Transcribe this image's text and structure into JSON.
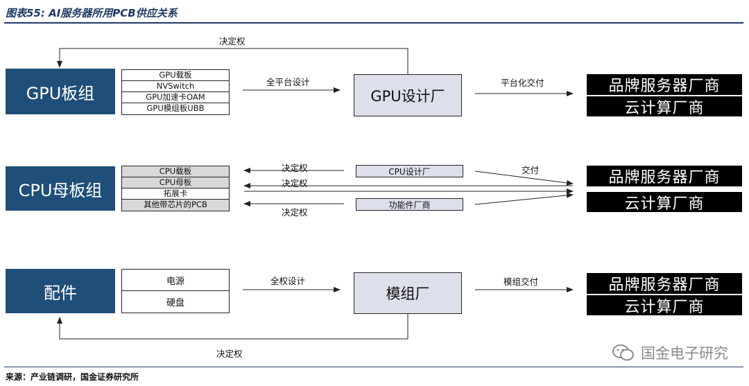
{
  "title": "图表55: AI服务器所用PCB供应关系",
  "source": "来源：产业链调研，国金证券研究所",
  "watermark": "国金电子研究",
  "customers": {
    "brand": "品牌服务器厂商",
    "cloud": "云计算厂商"
  },
  "rows": {
    "gpu": {
      "group": "GPU板组",
      "items": [
        "GPU载板",
        "NVSwitch",
        "GPU加速卡OAM",
        "GPU模组板UBB"
      ],
      "design_arrow": "全平台设计",
      "designer": "GPU设计厂",
      "delivery_arrow": "平台化交付",
      "decision": "决定权"
    },
    "cpu": {
      "group": "CPU母板组",
      "items": [
        "CPU载板",
        "CPU母板",
        "拓展卡",
        "其他带芯片的PCB"
      ],
      "decision_1": "决定权",
      "decision_2": "决定权",
      "decision_3": "决定权",
      "designer": "CPU设计厂",
      "supplier": "功能件厂商",
      "delivery_arrow": "交付"
    },
    "parts": {
      "group": "配件",
      "items": [
        "电源",
        "硬盘"
      ],
      "design_arrow": "全权设计",
      "maker": "模组厂",
      "delivery_arrow": "模组交付",
      "decision": "决定权"
    }
  }
}
